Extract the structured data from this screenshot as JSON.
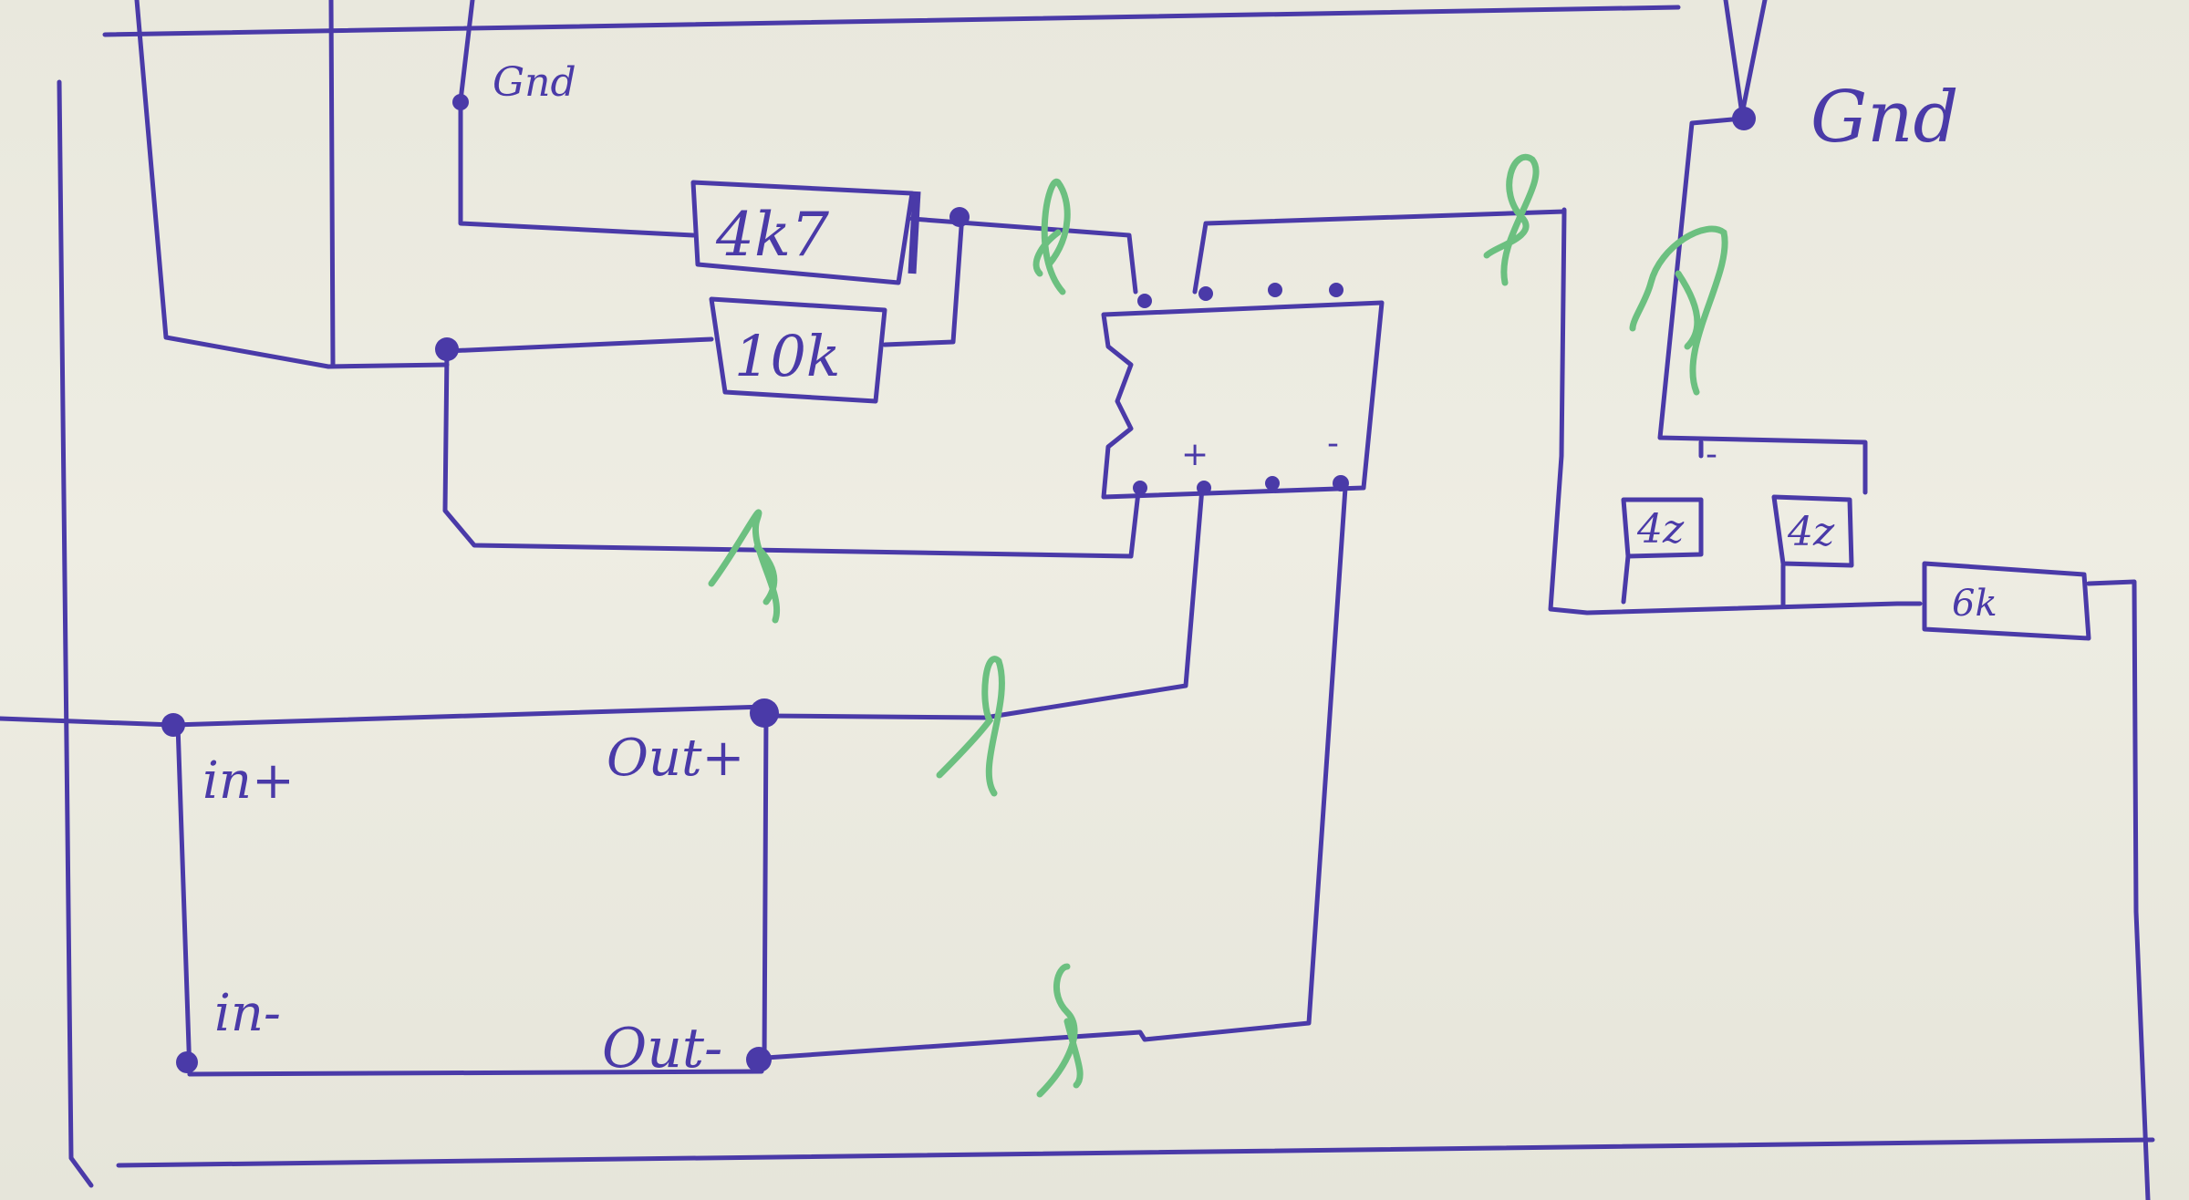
{
  "colors": {
    "ink": "#4a3aa8",
    "cut_mark": "#6cc080",
    "paper": "#ecebe0"
  },
  "labels": {
    "gnd_top": "Gnd",
    "gnd_right": "Gnd",
    "in_plus": "in+",
    "in_minus": "in-",
    "out_plus": "Out+",
    "out_minus": "Out-",
    "ic_plus": "+",
    "ic_minus": "-",
    "relay_minus": "-"
  },
  "resistors": {
    "r1": "4k7",
    "r2": "10k",
    "r3": "4z",
    "r4": "4z",
    "r5": "6k"
  }
}
